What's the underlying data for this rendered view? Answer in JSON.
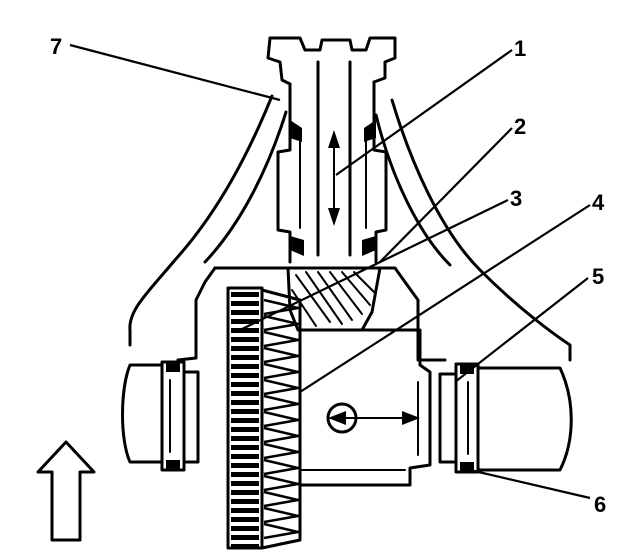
{
  "callouts": [
    {
      "id": "1",
      "label": "1"
    },
    {
      "id": "2",
      "label": "2"
    },
    {
      "id": "3",
      "label": "3"
    },
    {
      "id": "4",
      "label": "4"
    },
    {
      "id": "5",
      "label": "5"
    },
    {
      "id": "6",
      "label": "6"
    },
    {
      "id": "7",
      "label": "7"
    }
  ],
  "icons": {
    "vertical_motion": "double-headed-arrow-vertical",
    "horizontal_motion": "double-headed-arrow-horizontal",
    "orientation": "arrow-up-outline"
  }
}
